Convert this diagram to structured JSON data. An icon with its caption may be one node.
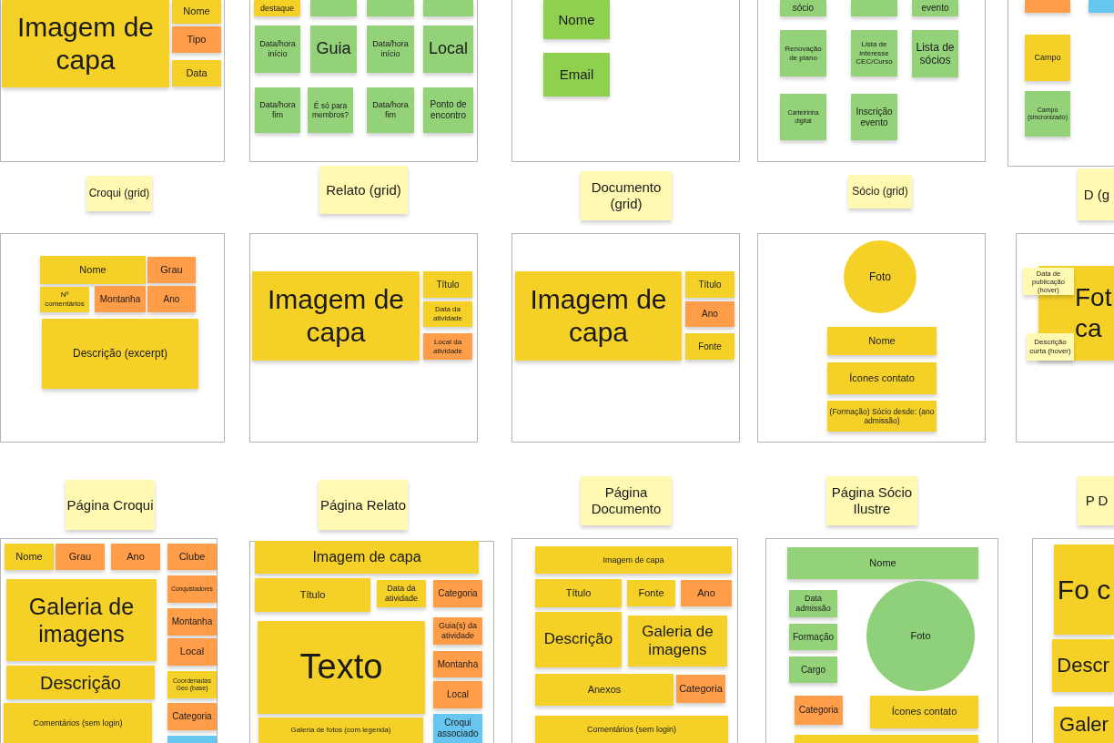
{
  "diagram": {
    "nodes": [
      {
        "text": [],
        "shape": "box"
      },
      {
        "text": [
          "Imagem de capa"
        ],
        "in": 0
      },
      {
        "text": [
          "Nome"
        ],
        "in": 0
      },
      {
        "text": [
          "Tipo"
        ],
        "in": 0
      },
      {
        "text": [
          "Data"
        ],
        "in": 0
      },
      {
        "text": [],
        "shape": "box"
      },
      {
        "text": [
          "destaque"
        ],
        "in": 5
      },
      {
        "text": [],
        "shape": "box",
        "in": 5
      },
      {
        "text": [],
        "shape": "box",
        "in": 5
      },
      {
        "text": [],
        "shape": "box",
        "in": 5
      },
      {
        "text": [
          "Data/hora início"
        ],
        "in": 5
      },
      {
        "text": [
          "Guia"
        ],
        "in": 5
      },
      {
        "text": [
          "Data/hora início"
        ],
        "in": 5
      },
      {
        "text": [
          "Local"
        ],
        "in": 5
      },
      {
        "text": [
          "Data/hora fim"
        ],
        "in": 5
      },
      {
        "text": [
          "É só para membros?"
        ],
        "in": 5
      },
      {
        "text": [
          "Data/hora fim"
        ],
        "in": 5
      },
      {
        "text": [
          "Ponto de encontro"
        ],
        "in": 5
      },
      {
        "text": [],
        "shape": "box"
      },
      {
        "text": [
          "Nome"
        ],
        "in": 18
      },
      {
        "text": [
          "Email"
        ],
        "in": 18
      },
      {
        "text": [],
        "shape": "box"
      },
      {
        "text": [
          "sócio"
        ],
        "in": 21
      },
      {
        "text": [],
        "shape": "box",
        "in": 21
      },
      {
        "text": [
          "evento"
        ],
        "in": 21
      },
      {
        "text": [
          "Renovação de plano"
        ],
        "in": 21
      },
      {
        "text": [
          "Lista de interesse CEC/Curso"
        ],
        "in": 21
      },
      {
        "text": [
          "Lista de sócios"
        ],
        "in": 21
      },
      {
        "text": [
          "Carteirinha digital"
        ],
        "in": 21
      },
      {
        "text": [
          "Inscrição evento"
        ],
        "in": 21
      },
      {
        "text": [],
        "shape": "box"
      },
      {
        "text": [],
        "shape": "box",
        "in": 30
      },
      {
        "text": [],
        "shape": "box",
        "in": 30
      },
      {
        "text": [
          "Campo"
        ],
        "in": 30
      },
      {
        "text": [
          "Campo (sincronizado)"
        ],
        "in": 30
      },
      {
        "text": [
          "Croqui (grid)"
        ]
      },
      {
        "text": [
          "Relato (grid)"
        ]
      },
      {
        "text": [
          "Documento (grid)"
        ]
      },
      {
        "text": [
          "Sócio (grid)"
        ]
      },
      {
        "text": [
          "D (g"
        ]
      },
      {
        "text": [],
        "shape": "box"
      },
      {
        "text": [
          "Nome"
        ],
        "in": 40
      },
      {
        "text": [
          "Grau"
        ],
        "in": 40
      },
      {
        "text": [
          "Nº comentários"
        ],
        "in": 40
      },
      {
        "text": [
          "Montanha"
        ],
        "in": 40
      },
      {
        "text": [
          "Ano"
        ],
        "in": 40
      },
      {
        "text": [
          "Descrição (excerpt)"
        ],
        "in": 40
      },
      {
        "text": [],
        "shape": "box"
      },
      {
        "text": [
          "Imagem de capa"
        ],
        "in": 47
      },
      {
        "text": [
          "Título"
        ],
        "in": 47
      },
      {
        "text": [
          "Data da atividade"
        ],
        "in": 47
      },
      {
        "text": [
          "Local da atividade"
        ],
        "in": 47
      },
      {
        "text": [],
        "shape": "box"
      },
      {
        "text": [
          "Imagem de capa"
        ],
        "in": 52
      },
      {
        "text": [
          "Título"
        ],
        "in": 52
      },
      {
        "text": [
          "Ano"
        ],
        "in": 52
      },
      {
        "text": [
          "Fonte"
        ],
        "in": 52
      },
      {
        "text": [],
        "shape": "box"
      },
      {
        "text": [
          "Foto"
        ],
        "in": 57
      },
      {
        "text": [
          "Nome"
        ],
        "in": 57
      },
      {
        "text": [
          "Ícones contato"
        ],
        "in": 57
      },
      {
        "text": [
          "(Formação) Sócio desde: (ano admissão)"
        ],
        "in": 57
      },
      {
        "text": [],
        "shape": "box"
      },
      {
        "text": [
          "Fot ca"
        ],
        "in": 62
      },
      {
        "text": [
          "Data de publicação (hover)"
        ],
        "in": 62
      },
      {
        "text": [
          "Descrição curta (hover)"
        ],
        "in": 62
      },
      {
        "text": [
          "Página Croqui"
        ]
      },
      {
        "text": [
          "Página Relato"
        ]
      },
      {
        "text": [
          "Página Documento"
        ]
      },
      {
        "text": [
          "Página Sócio Ilustre"
        ]
      },
      {
        "text": [
          "P D"
        ]
      },
      {
        "text": [],
        "shape": "box"
      },
      {
        "text": [
          "Nome"
        ],
        "in": 71
      },
      {
        "text": [
          "Grau"
        ],
        "in": 71
      },
      {
        "text": [
          "Ano"
        ],
        "in": 71
      },
      {
        "text": [
          "Clube"
        ],
        "in": 71
      },
      {
        "text": [
          "Galeria de imagens"
        ],
        "in": 71
      },
      {
        "text": [
          "Conquistadores"
        ],
        "in": 71
      },
      {
        "text": [
          "Montanha"
        ],
        "in": 71
      },
      {
        "text": [
          "Local"
        ],
        "in": 71
      },
      {
        "text": [
          "Descrição"
        ],
        "in": 71
      },
      {
        "text": [
          "Coordenadas Geo (base)"
        ],
        "in": 71
      },
      {
        "text": [
          "Comentários (sem login)"
        ],
        "in": 71
      },
      {
        "text": [
          "Categoria"
        ],
        "in": 71
      },
      {
        "text": [],
        "shape": "box",
        "in": 71
      },
      {
        "text": [],
        "shape": "box"
      },
      {
        "text": [
          "Imagem de capa"
        ],
        "in": 85
      },
      {
        "text": [
          "Título"
        ],
        "in": 85
      },
      {
        "text": [
          "Data da atividade"
        ],
        "in": 85
      },
      {
        "text": [
          "Categoria"
        ],
        "in": 85
      },
      {
        "text": [
          "Texto"
        ],
        "in": 85
      },
      {
        "text": [
          "Guia(s) da atividade"
        ],
        "in": 85
      },
      {
        "text": [
          "Montanha"
        ],
        "in": 85
      },
      {
        "text": [
          "Local"
        ],
        "in": 85
      },
      {
        "text": [
          "Galeria de fotos (com legenda)"
        ],
        "in": 85
      },
      {
        "text": [
          "Croqui associado"
        ],
        "in": 85
      },
      {
        "text": [],
        "shape": "box"
      },
      {
        "text": [
          "Imagem de capa"
        ],
        "in": 96
      },
      {
        "text": [
          "Título"
        ],
        "in": 96
      },
      {
        "text": [
          "Fonte"
        ],
        "in": 96
      },
      {
        "text": [
          "Ano"
        ],
        "in": 96
      },
      {
        "text": [
          "Descrição"
        ],
        "in": 96
      },
      {
        "text": [
          "Galeria de imagens"
        ],
        "in": 96
      },
      {
        "text": [
          "Anexos"
        ],
        "in": 96
      },
      {
        "text": [
          "Categoria"
        ],
        "in": 96
      },
      {
        "text": [
          "Comentários (sem login)"
        ],
        "in": 96
      },
      {
        "text": [],
        "shape": "box"
      },
      {
        "text": [
          "Nome"
        ],
        "in": 106
      },
      {
        "text": [
          "Data admissão"
        ],
        "in": 106
      },
      {
        "text": [
          "Foto"
        ],
        "in": 106
      },
      {
        "text": [
          "Formação"
        ],
        "in": 106
      },
      {
        "text": [
          "Cargo"
        ],
        "in": 106
      },
      {
        "text": [
          "Categoria"
        ],
        "in": 106
      },
      {
        "text": [
          "Ícones contato"
        ],
        "in": 106
      },
      {
        "text": [],
        "shape": "box",
        "in": 106
      },
      {
        "text": [],
        "shape": "box"
      },
      {
        "text": [
          "Fo c"
        ],
        "in": 115
      },
      {
        "text": [
          "Descr"
        ],
        "in": 115
      },
      {
        "text": [
          "Galer"
        ],
        "in": 115
      }
    ]
  }
}
